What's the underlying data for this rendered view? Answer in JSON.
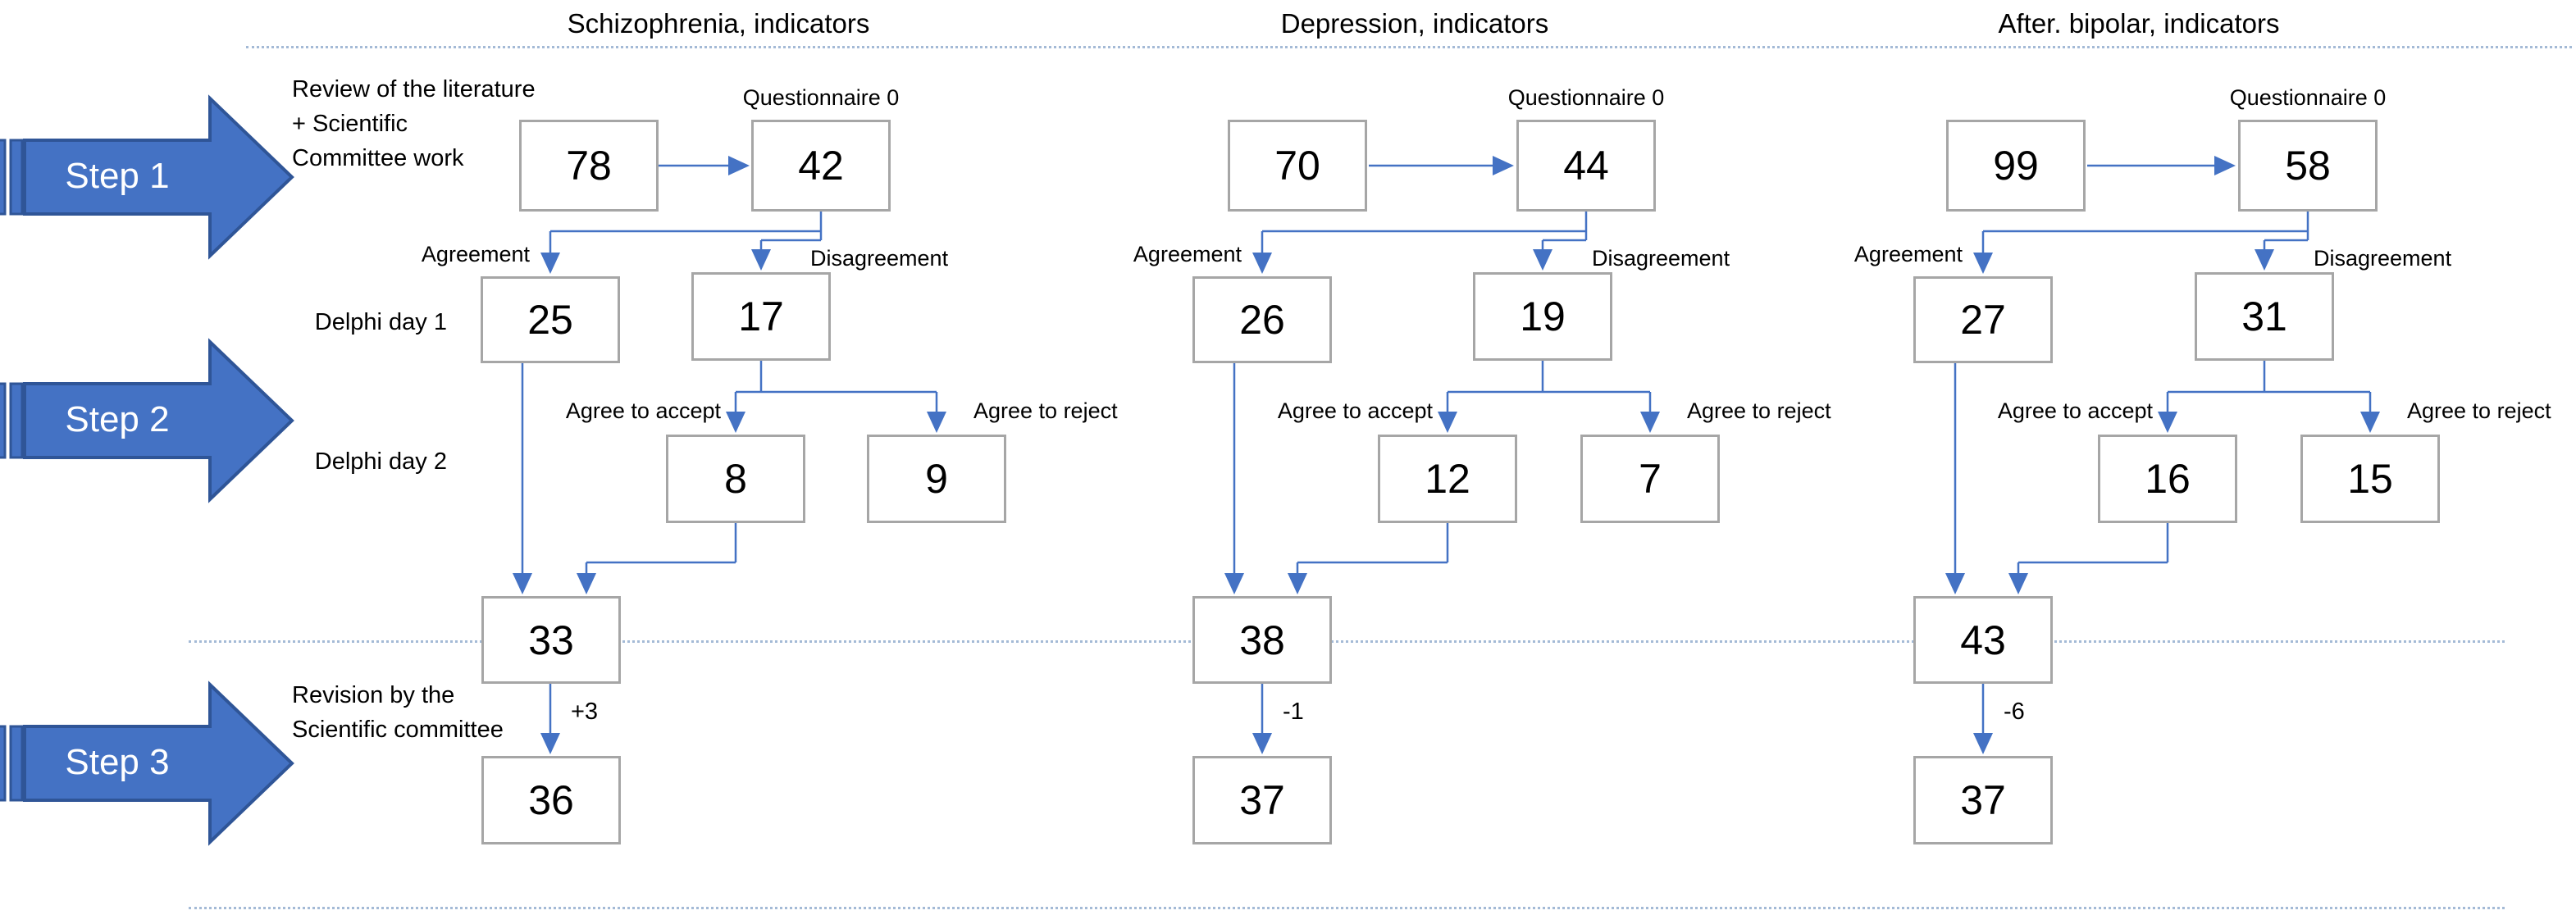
{
  "colors": {
    "accent_blue": "#4472C4",
    "arrow_border": "#2F5597",
    "box_border": "#A6A6A6",
    "divider_blue": "#5A82B4"
  },
  "steps": {
    "step1": "Step 1",
    "step2": "Step 2",
    "step3": "Step 3"
  },
  "side_labels": {
    "step1_note": "Review of the literature\n+ Scientific\nCommittee work",
    "delphi_day1": "Delphi day 1",
    "delphi_day2": "Delphi day 2",
    "step3_note": "Revision by the\nScientific committee"
  },
  "columns": [
    {
      "title": "Schizophrenia, indicators",
      "questionnaire_label": "Questionnaire 0",
      "agreement_label": "Agreement",
      "disagreement_label": "Disagreement",
      "accept_label": "Agree to accept",
      "reject_label": "Agree to reject",
      "initial": "78",
      "after_questionnaire": "42",
      "agreement_count": "25",
      "disagreement_count": "17",
      "accept_count": "8",
      "reject_count": "9",
      "merged": "33",
      "delta": "+3",
      "final": "36"
    },
    {
      "title": "Depression, indicators",
      "questionnaire_label": "Questionnaire 0",
      "agreement_label": "Agreement",
      "disagreement_label": "Disagreement",
      "accept_label": "Agree to accept",
      "reject_label": "Agree to reject",
      "initial": "70",
      "after_questionnaire": "44",
      "agreement_count": "26",
      "disagreement_count": "19",
      "accept_count": "12",
      "reject_count": "7",
      "merged": "38",
      "delta": "-1",
      "final": "37"
    },
    {
      "title": "After. bipolar, indicators",
      "questionnaire_label": "Questionnaire 0",
      "agreement_label": "Agreement",
      "disagreement_label": "Disagreement",
      "accept_label": "Agree to accept",
      "reject_label": "Agree to reject",
      "initial": "99",
      "after_questionnaire": "58",
      "agreement_count": "27",
      "disagreement_count": "31",
      "accept_count": "16",
      "reject_count": "15",
      "merged": "43",
      "delta": "-6",
      "final": "37"
    }
  ]
}
